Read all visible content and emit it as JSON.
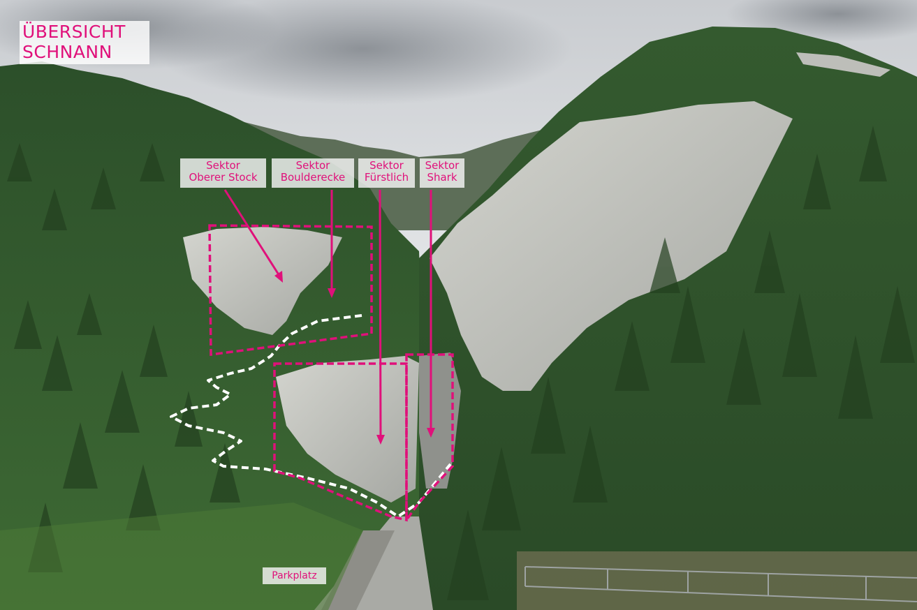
{
  "title": {
    "line1": "ÜBERSICHT",
    "line2": "SCHNANN"
  },
  "sectors": [
    {
      "line1": "Sektor",
      "line2": "Oberer Stock"
    },
    {
      "line1": "Sektor",
      "line2": "Boulderecke"
    },
    {
      "line1": "Sektor",
      "line2": "Fürstlich"
    },
    {
      "line1": "Sektor",
      "line2": "Shark"
    }
  ],
  "parking": "Parkplatz",
  "colors": {
    "annotation": "#e0107a",
    "label_background": "#f5f5f5",
    "path": "#ffffff",
    "sky": "#d9dcdf",
    "forest": "#2f5a2c",
    "rock": "#bfc0bb"
  },
  "icons": []
}
